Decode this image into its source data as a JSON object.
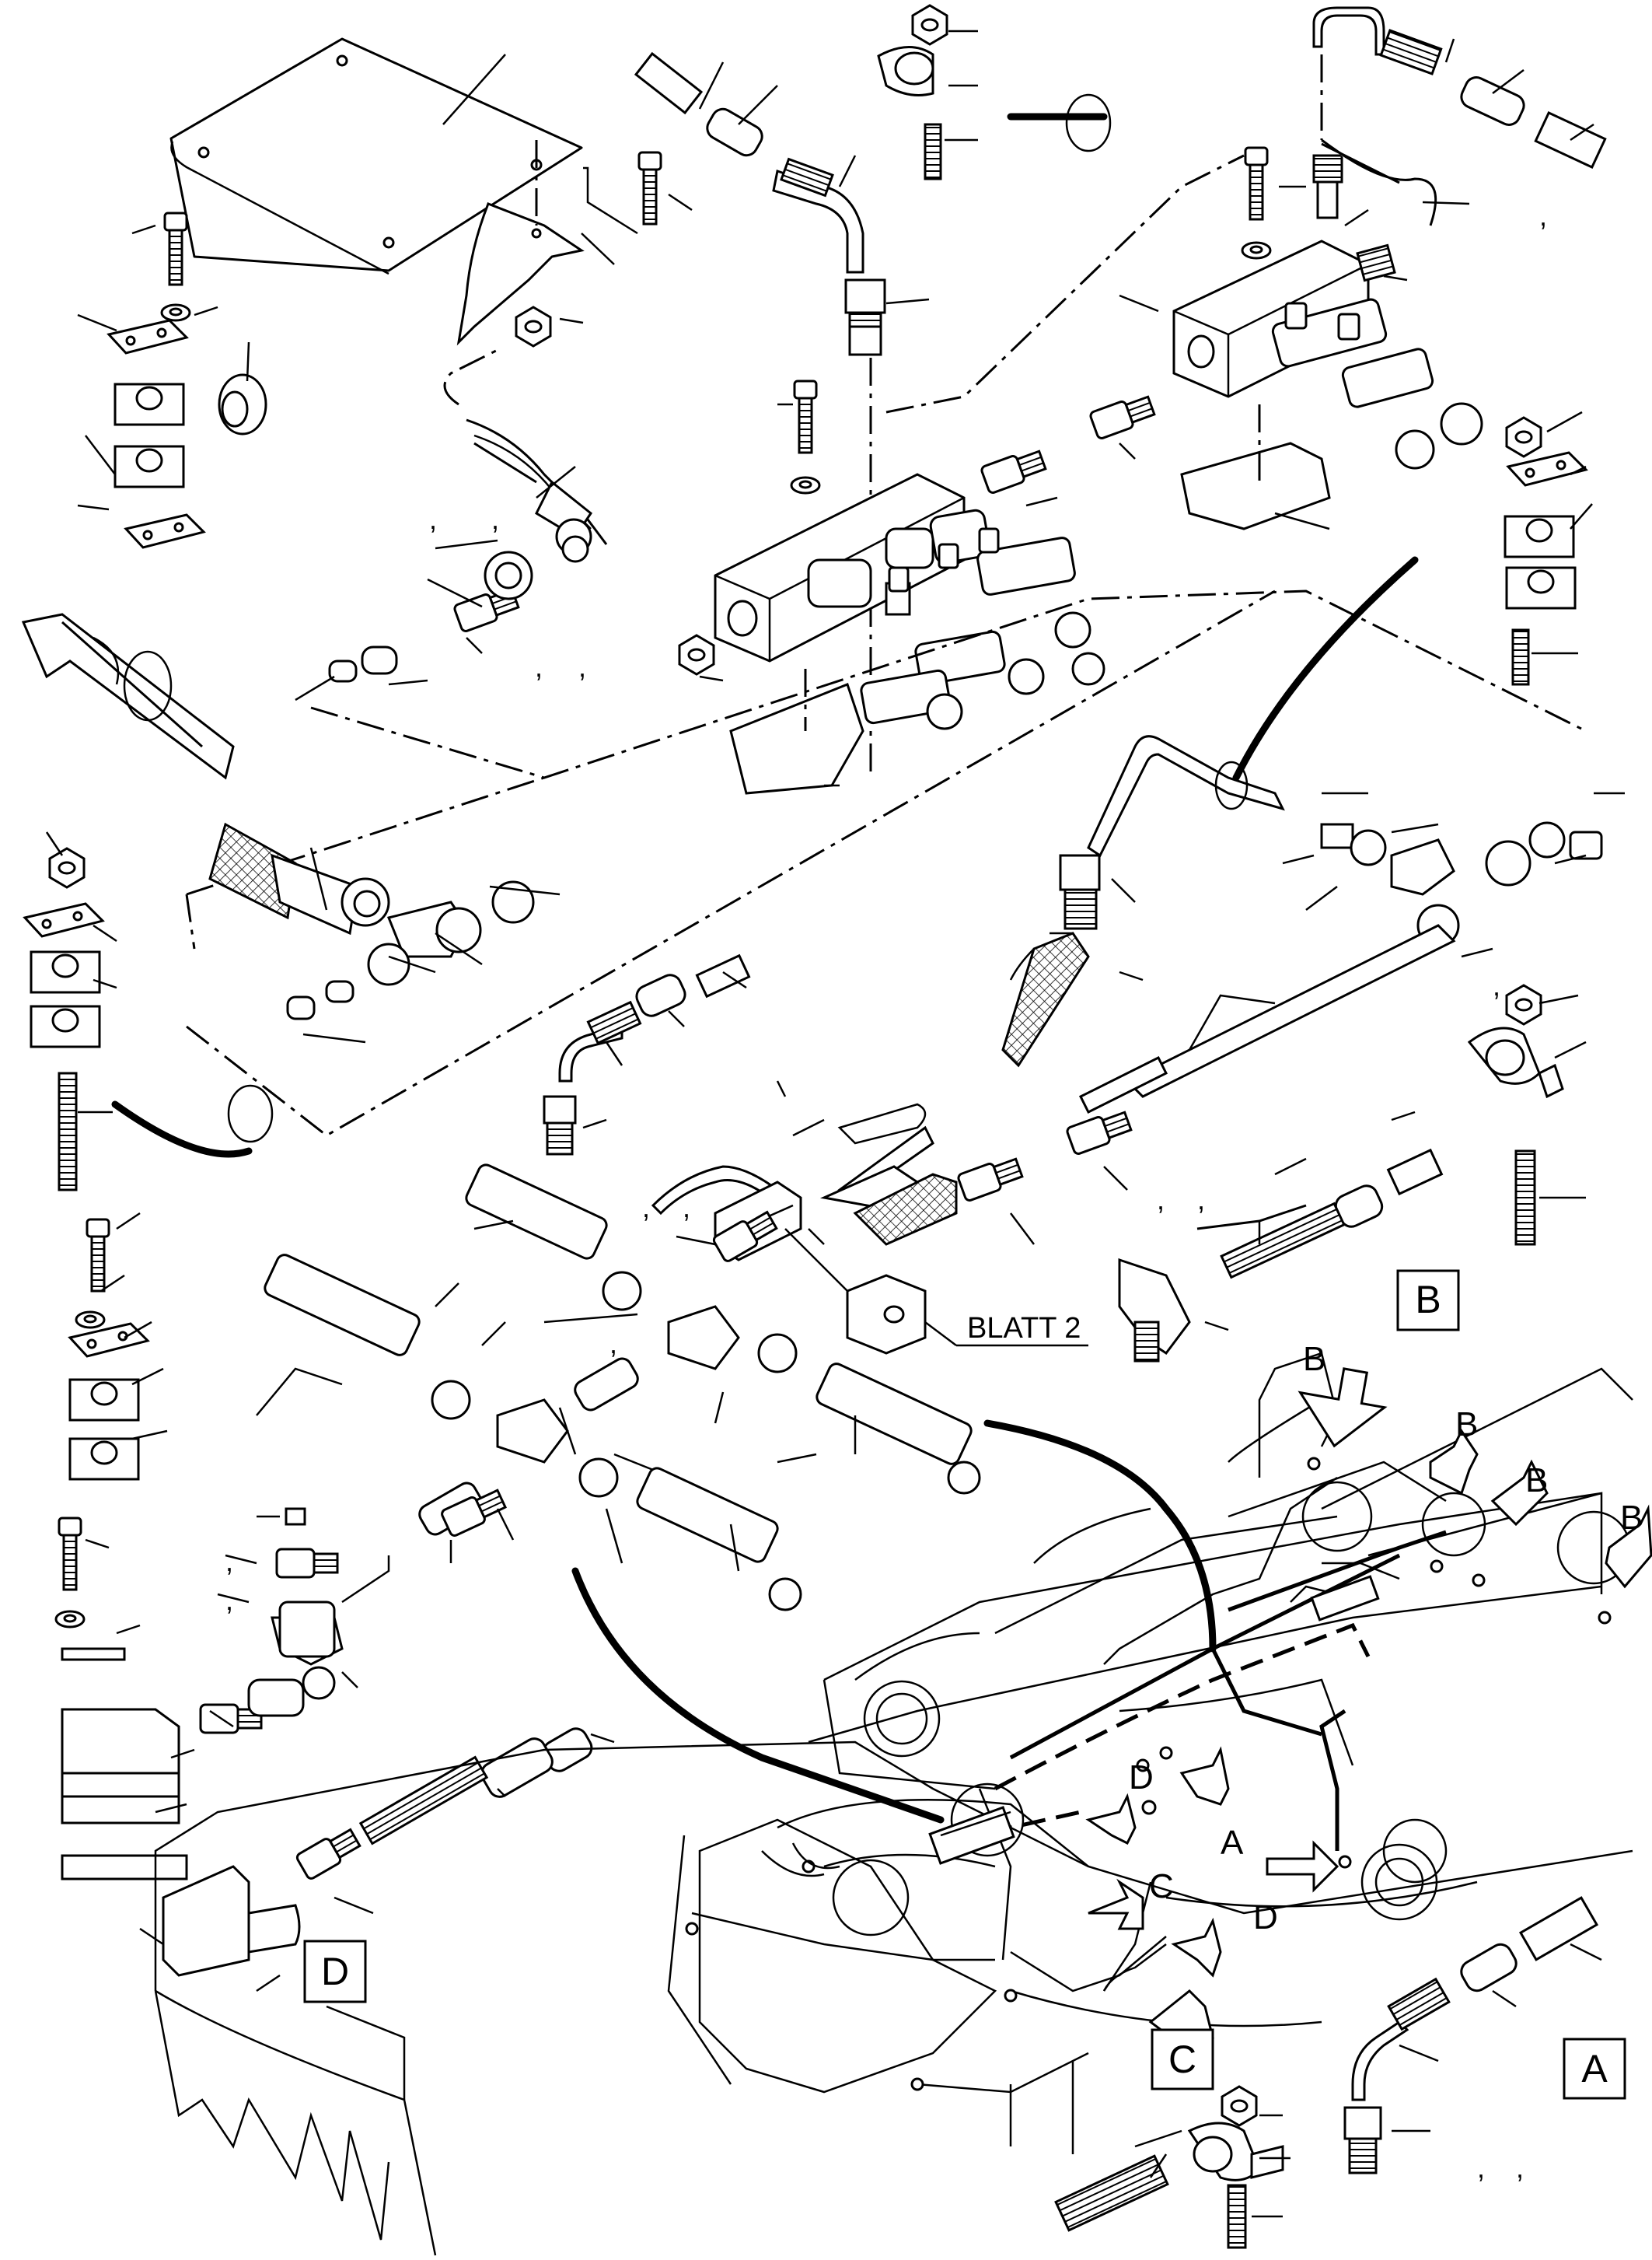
{
  "drawing": {
    "reference_label": "BLATT 2",
    "boxed_labels": [
      "A",
      "B",
      "C",
      "D"
    ],
    "callout_letters": {
      "b1": "B",
      "b2": "B",
      "b3": "B",
      "b4": "B",
      "a1": "A",
      "c1": "C",
      "d1": "D",
      "d2": "D"
    },
    "separator": ","
  }
}
